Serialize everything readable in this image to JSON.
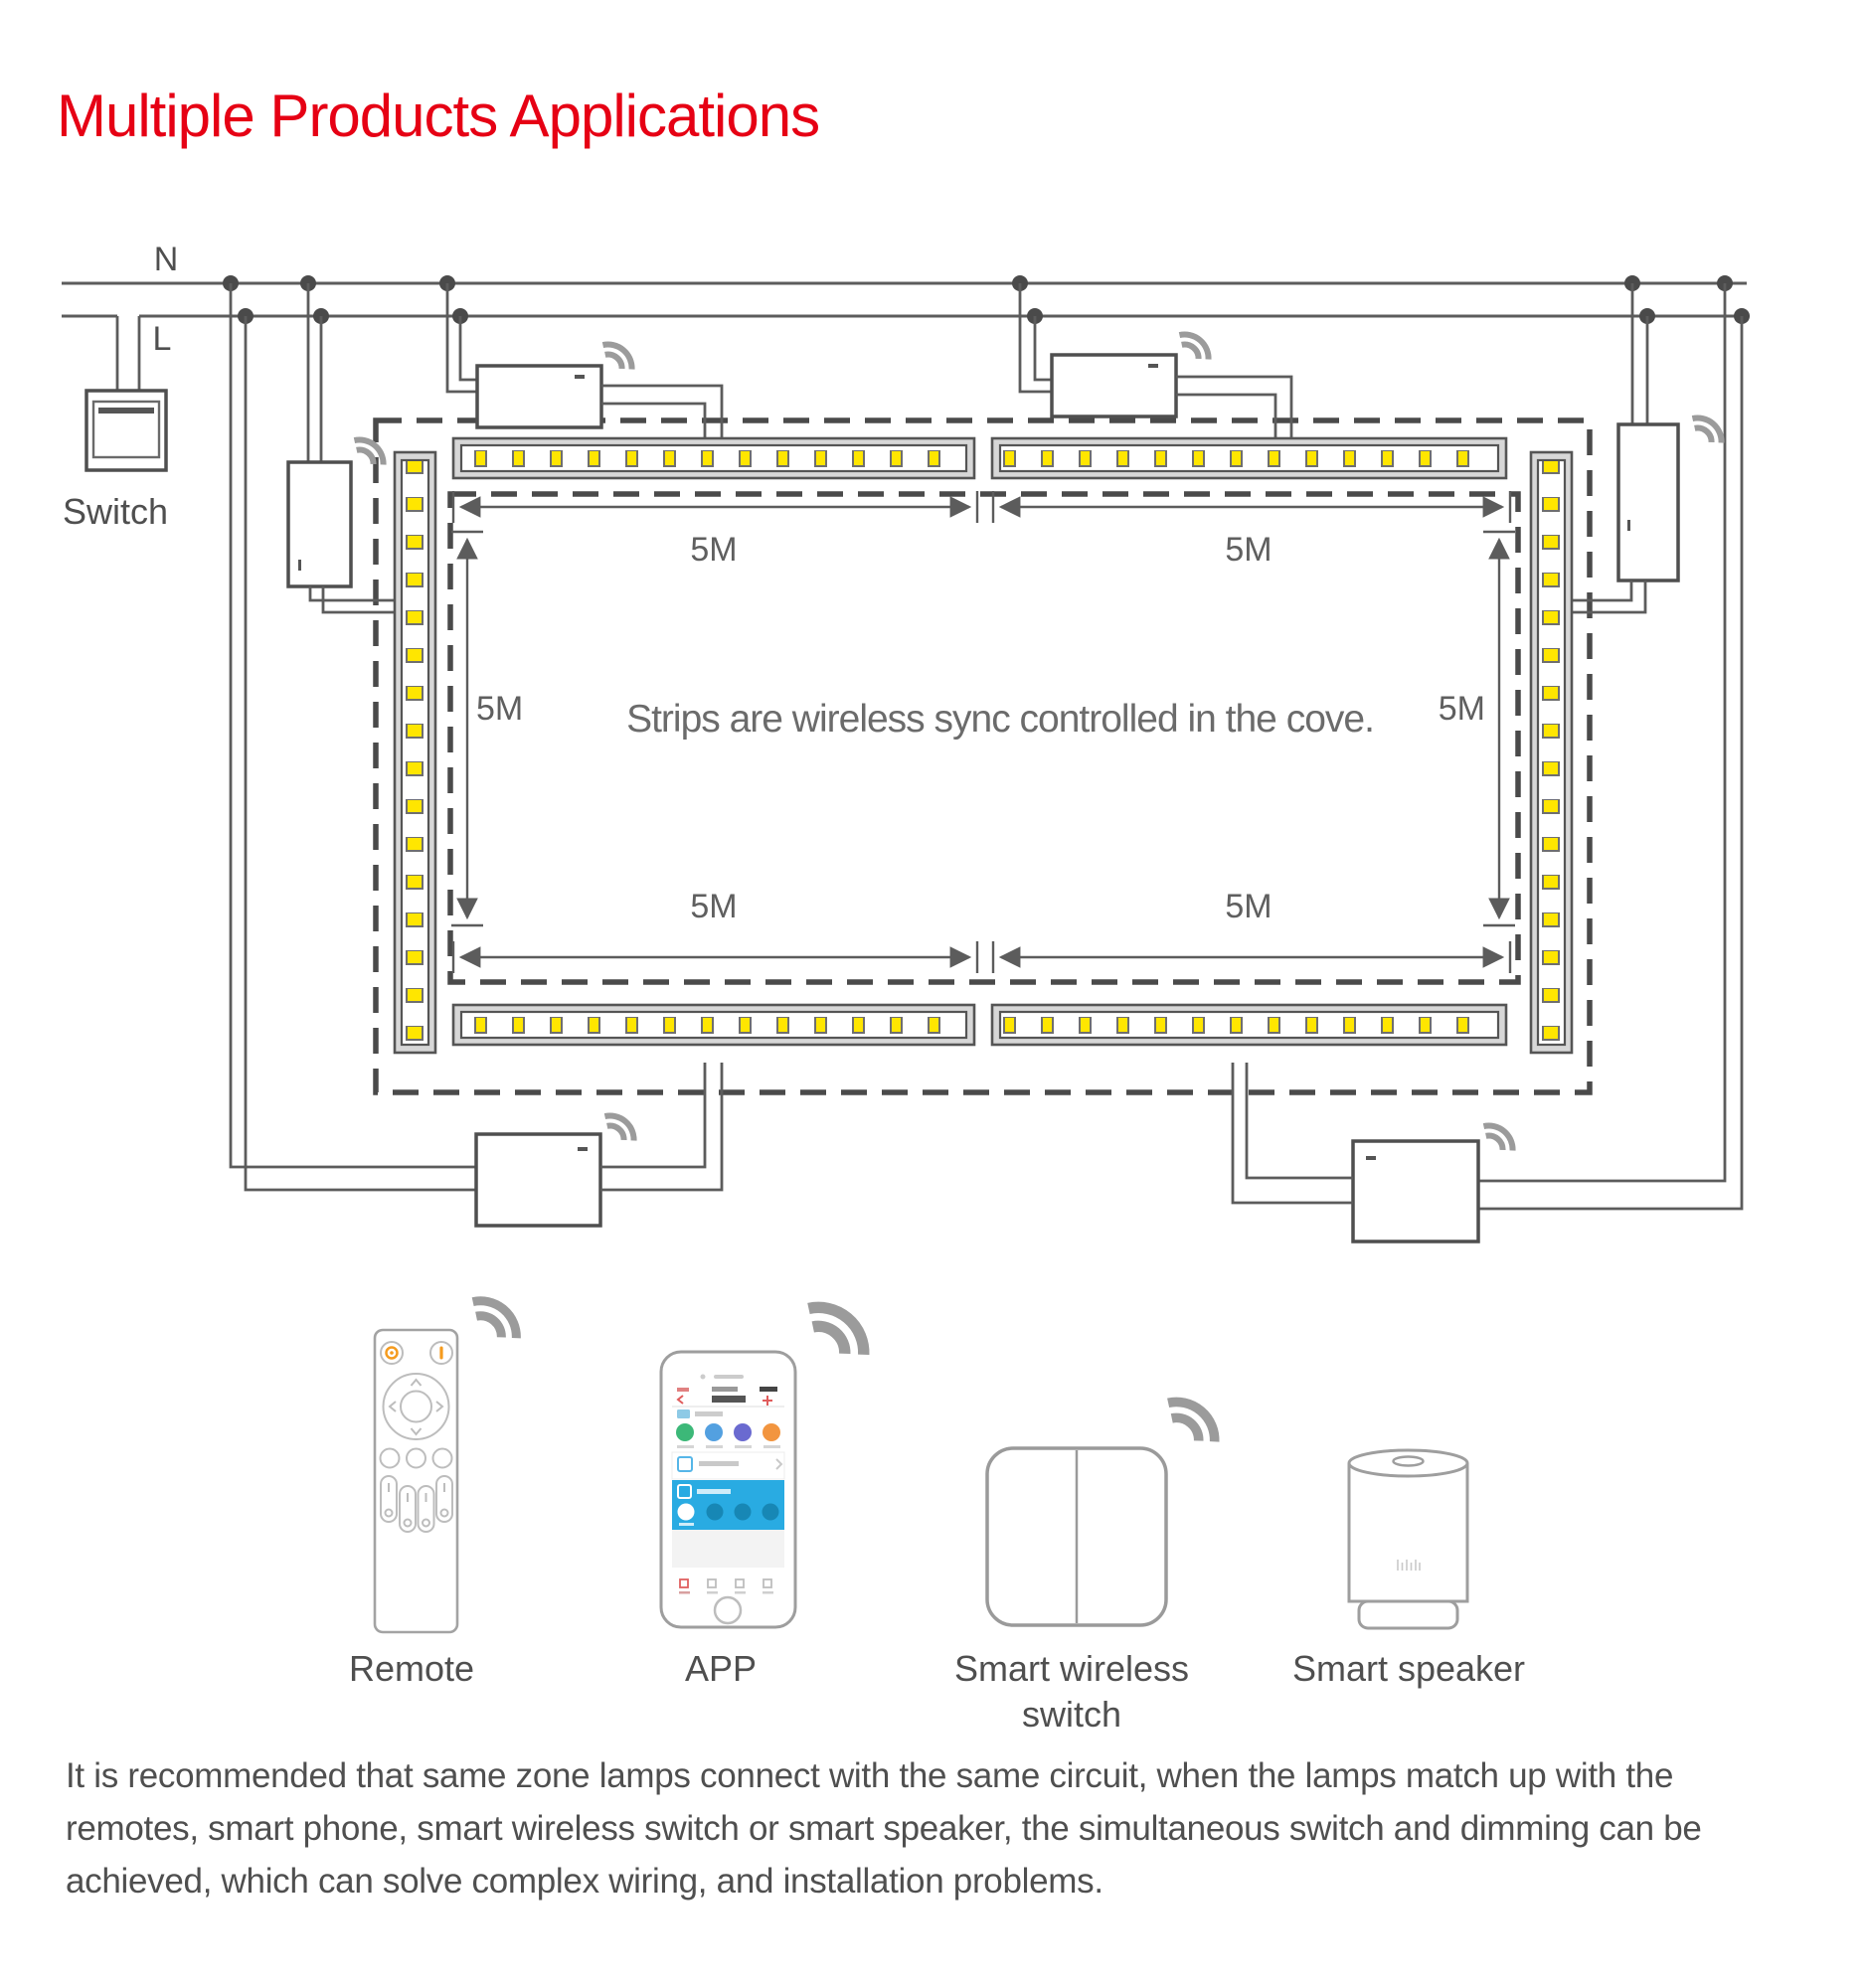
{
  "title": "Multiple Products Applications",
  "colors": {
    "title_red": "#e60014",
    "led_yellow": "#ffe600",
    "app_blue": "#29abe2",
    "line_gray": "#5c5c5c",
    "orange_accent": "#f59b1e"
  },
  "diagram": {
    "neutral_label": "N",
    "live_label": "L",
    "switch_label": "Switch",
    "center_note": "Strips are wireless sync controlled in the cove.",
    "dims": {
      "top_left": "5M",
      "top_right": "5M",
      "left": "5M",
      "right": "5M",
      "bottom_left": "5M",
      "bottom_right": "5M"
    }
  },
  "products": [
    {
      "label": "Remote"
    },
    {
      "label": "APP"
    },
    {
      "label": "Smart wireless switch"
    },
    {
      "label": "Smart speaker"
    }
  ],
  "paragraph": "It is recommended that same zone lamps connect with the same circuit, when the lamps match up with the remotes, smart phone, smart wireless switch or smart speaker, the simultaneous switch and dimming can be achieved, which can solve complex wiring, and installation problems."
}
